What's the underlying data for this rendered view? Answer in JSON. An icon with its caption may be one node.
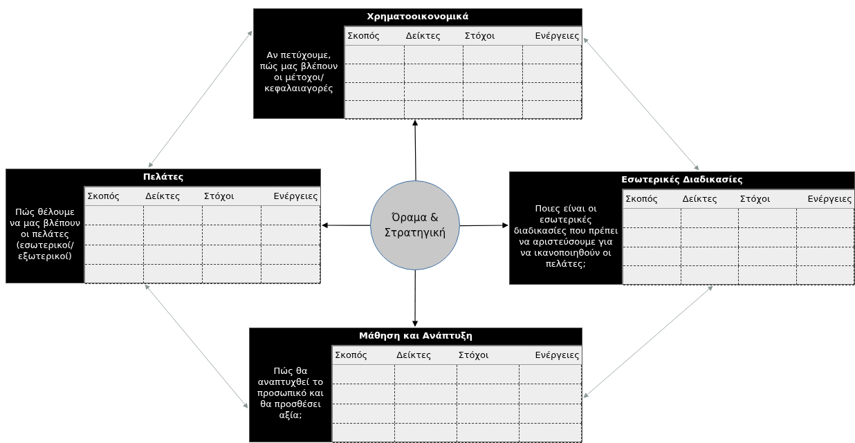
{
  "diagram": {
    "nodes": [
      {
        "text": [
          "Χρηματοοικονομικά",
          "Αν πετύχουμε, πώς μας βλέπουν οι μέτοχοι/ κεφαλαιαγορές"
        ]
      },
      {
        "text": [
          "Πελάτες",
          "Πώς θέλουμε να μας βλέπουν οι πελάτες (εσωτερικοί/ εξωτερικοί)"
        ]
      },
      {
        "text": [
          "Όραμα & Στρατηγική"
        ]
      },
      {
        "text": [
          "Εσωτερικές Διαδικασίες",
          "Ποιες είναι οι εσωτερικές διαδικασίες που πρέπει να αριστεύσουμε για να ικανοποιηθούν οι πελάτες;"
        ]
      },
      {
        "text": [
          "Μάθηση και Ανάπτυξη",
          "Πώς θα αναπτυχθεί το προσωπικό και θα προσθέσει αξία;"
        ]
      }
    ],
    "edges": [
      {
        "from": 2,
        "to": 0,
        "arrow": "to"
      },
      {
        "from": 2,
        "to": 1,
        "arrow": "to"
      },
      {
        "from": 2,
        "to": 3,
        "arrow": "to"
      },
      {
        "from": 2,
        "to": 4,
        "arrow": "to"
      },
      {
        "from": 0,
        "to": 3,
        "arrow": "both",
        "color": "#8a9696"
      },
      {
        "from": 3,
        "to": 4,
        "arrow": "both",
        "color": "#8a9696"
      },
      {
        "from": 4,
        "to": 1,
        "arrow": "both",
        "color": "#8a9696"
      },
      {
        "from": 1,
        "to": 0,
        "arrow": "both",
        "color": "#8a9696"
      }
    ],
    "labels": [
      "Σκοπός",
      "Δείκτες",
      "Στόχοι",
      "Ενέργειες",
      "Σκοπός",
      "Δείκτες",
      "Στόχοι",
      "Ενέργειες",
      "Σκοπός",
      "Δείκτες",
      "Στόχοι",
      "Ενέργειες",
      "Σκοπός",
      "Δείκτες",
      "Στόχοι",
      "Ενέργειες"
    ]
  }
}
